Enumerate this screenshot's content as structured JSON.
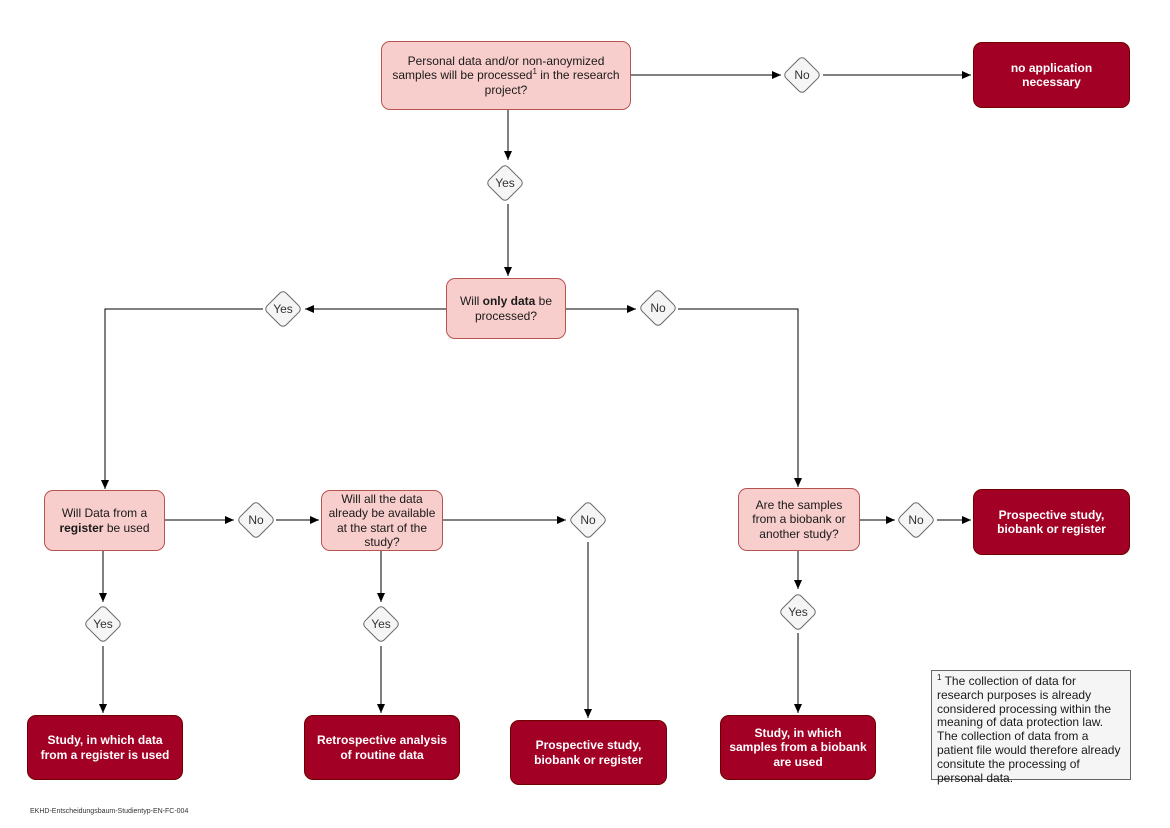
{
  "questions": {
    "personal_data": {
      "text": "Personal data and/or non-anoymized samples will be processed",
      "superscript": "1",
      "text_after": " in the research project?"
    },
    "only_data": {
      "prefix": "Will ",
      "bold": "only data",
      "suffix": " be processed?"
    },
    "register": {
      "prefix": "Will Data from a ",
      "bold": "register",
      "suffix": " be used"
    },
    "available": {
      "text": "Will all the data already be available at the start of the study?"
    },
    "biobank": {
      "text": "Are the samples from a biobank or another study?"
    }
  },
  "outcomes": {
    "no_application": "no application necessary",
    "prospective_top": "Prospective study, biobank or register",
    "register_study": "Study, in which data from a register is used",
    "retrospective": "Retrospective analysis of routine data",
    "prospective_mid": "Prospective study, biobank or register",
    "biobank_study": "Study, in which samples from a biobank are used"
  },
  "decisions": {
    "d1_no": "No",
    "d1_yes": "Yes",
    "d2_yes": "Yes",
    "d2_no": "No",
    "d3_no": "No",
    "d3_yes": "Yes",
    "d4_no": "No",
    "d4_yes": "Yes",
    "d5_no": "No",
    "d5_yes": "Yes"
  },
  "footnote": {
    "marker": "1",
    "text": " The collection of data for research purposes is already considered processing within the meaning of data protection law. The collection of data from a patient file would therefore already consitute the processing of personal data."
  },
  "footer": "EKHD-Entscheidungsbaum-Studientyp-EN-FC-004",
  "colors": {
    "question_fill": "#f8cecc",
    "question_border": "#b85450",
    "outcome_fill": "#a20025",
    "decision_fill": "#f5f5f5",
    "connector": "#000000"
  }
}
